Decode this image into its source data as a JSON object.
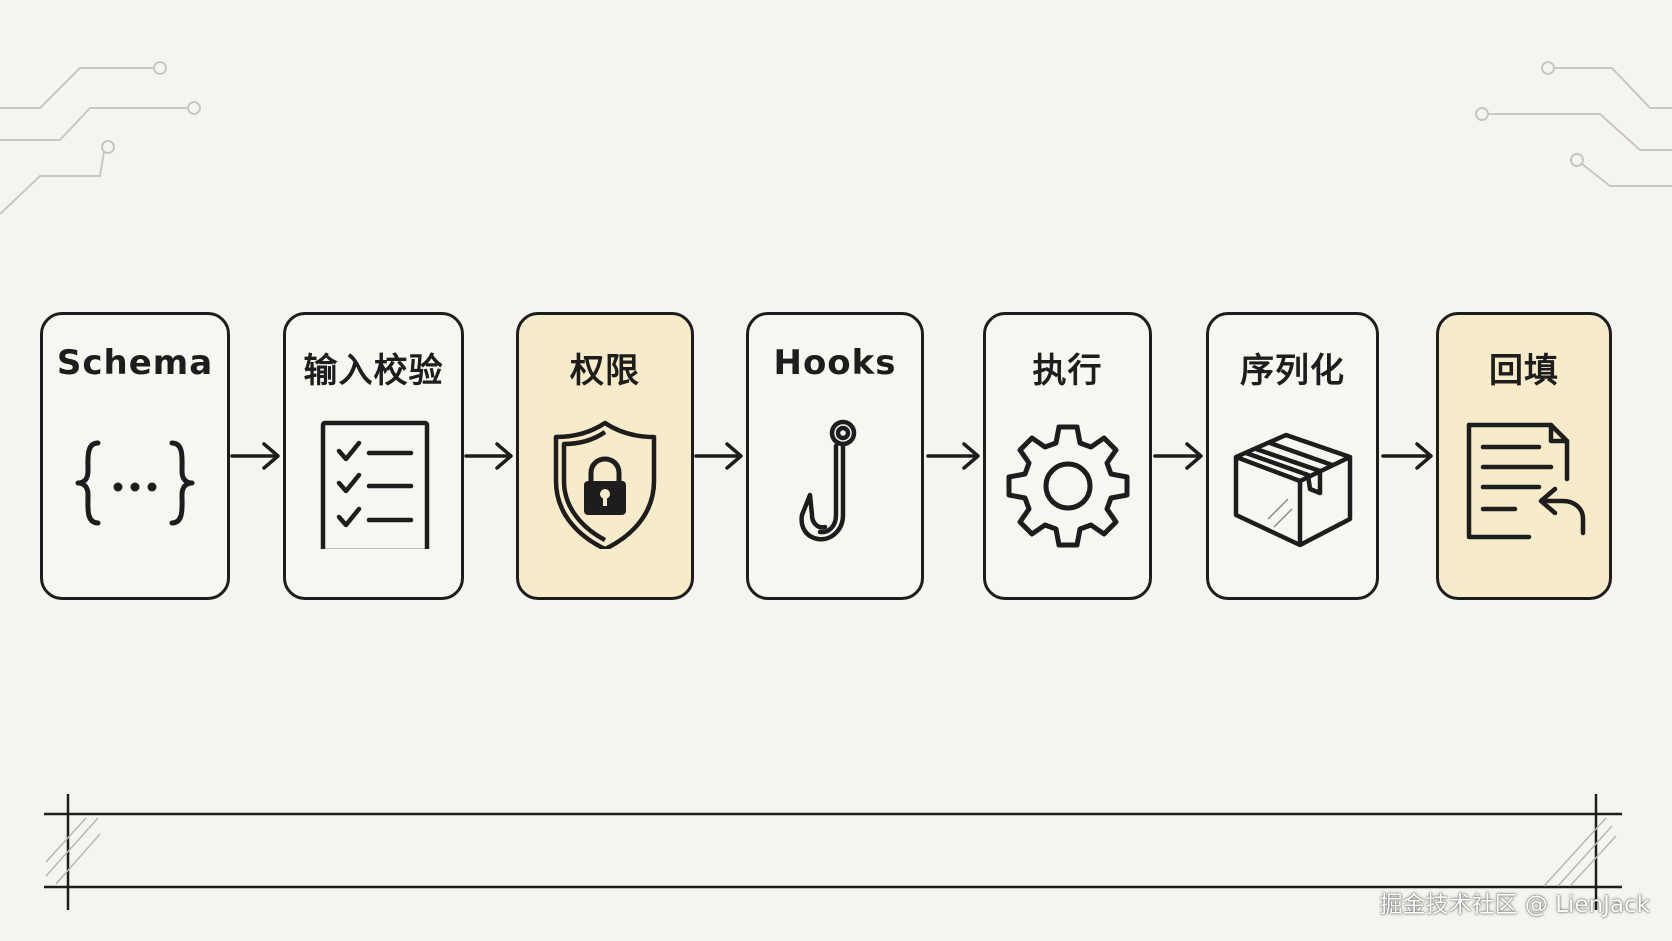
{
  "steps": [
    {
      "label": "Schema",
      "icon": "braces-icon",
      "highlight": false
    },
    {
      "label": "输入校验",
      "icon": "checklist-icon",
      "highlight": false
    },
    {
      "label": "权限",
      "icon": "shield-lock-icon",
      "highlight": true
    },
    {
      "label": "Hooks",
      "icon": "hook-icon",
      "highlight": false
    },
    {
      "label": "执行",
      "icon": "gear-icon",
      "highlight": false
    },
    {
      "label": "序列化",
      "icon": "box-icon",
      "highlight": false
    },
    {
      "label": "回填",
      "icon": "document-return-icon",
      "highlight": true
    }
  ],
  "colors": {
    "background": "#f6f4ee",
    "card_fill": "#f8f6f1",
    "highlight_fill": "#f8ebc9",
    "stroke": "#1d1d1d"
  },
  "watermark": "掘金技术社区 @ LienJack"
}
